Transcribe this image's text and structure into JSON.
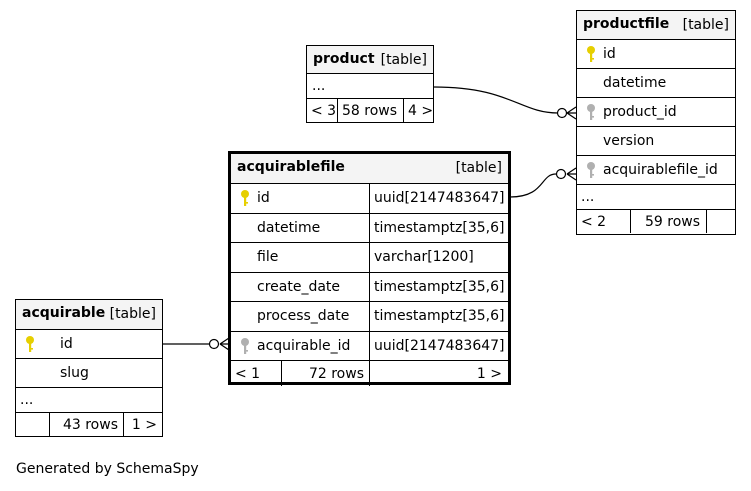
{
  "tables": {
    "product": {
      "name": "product",
      "tag": "[table]",
      "more": "...",
      "footer": {
        "left": "< 3",
        "mid": "58 rows",
        "right": "4 >"
      }
    },
    "productfile": {
      "name": "productfile",
      "tag": "[table]",
      "columns": [
        "id",
        "datetime",
        "product_id",
        "version",
        "acquirablefile_id"
      ],
      "more": "...",
      "footer": {
        "left": "< 2",
        "mid": "59 rows",
        "right": ""
      }
    },
    "acquirablefile": {
      "name": "acquirablefile",
      "tag": "[table]",
      "columns": [
        {
          "name": "id",
          "type": "uuid[2147483647]"
        },
        {
          "name": "datetime",
          "type": "timestamptz[35,6]"
        },
        {
          "name": "file",
          "type": "varchar[1200]"
        },
        {
          "name": "create_date",
          "type": "timestamptz[35,6]"
        },
        {
          "name": "process_date",
          "type": "timestamptz[35,6]"
        },
        {
          "name": "acquirable_id",
          "type": "uuid[2147483647]"
        }
      ],
      "footer": {
        "left": "< 1",
        "mid": "72 rows",
        "right": "1 >"
      }
    },
    "acquirable": {
      "name": "acquirable",
      "tag": "[table]",
      "columns": [
        "id",
        "slug"
      ],
      "more": "...",
      "footer": {
        "left": "",
        "mid": "43 rows",
        "right": "1 >"
      }
    }
  },
  "colors": {
    "primary_key": "#e6cf00",
    "foreign_key": "#b0b0b0",
    "header_bg": "#f4f4f4"
  },
  "generated_by": "Generated by SchemaSpy"
}
